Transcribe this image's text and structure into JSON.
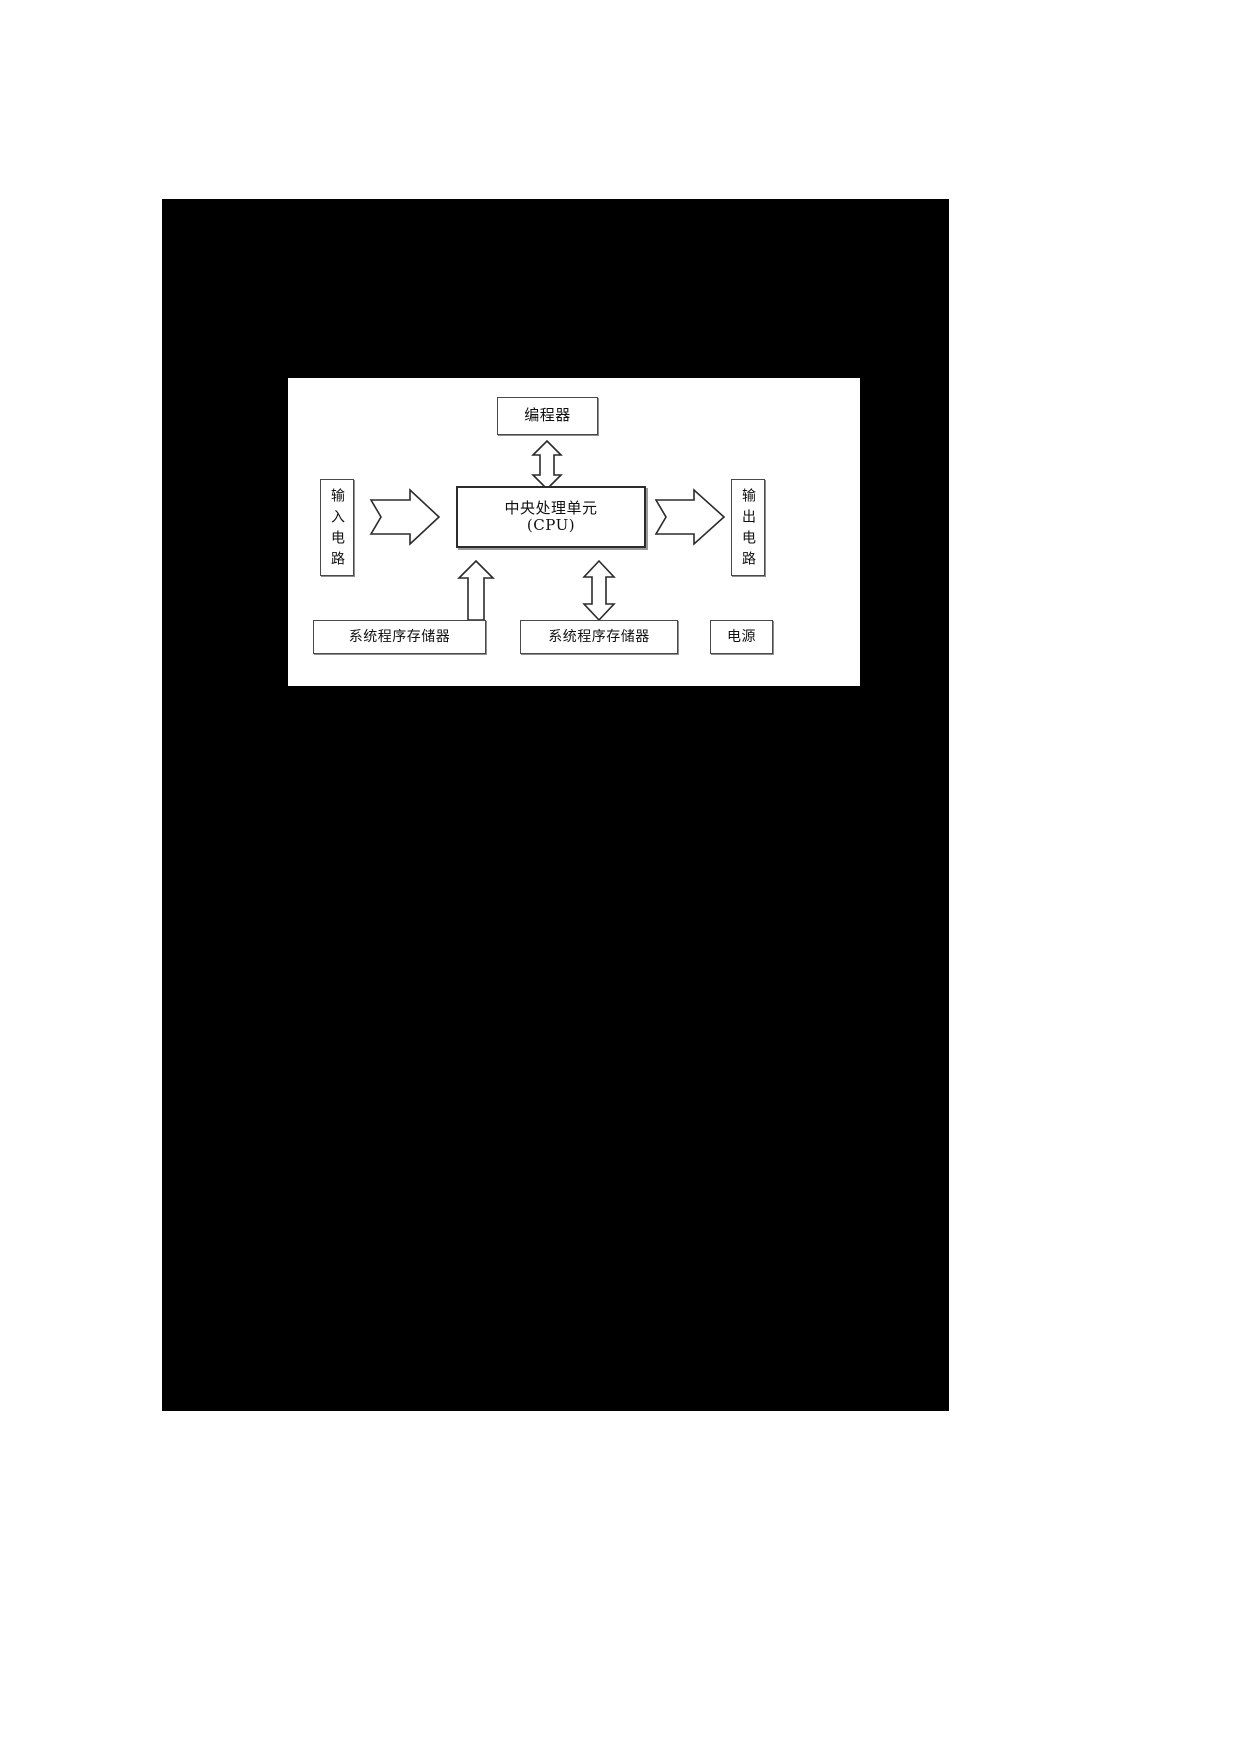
{
  "page": {
    "background_color": "#ffffff",
    "scan_field_color": "#000000",
    "diagram_background_color": "#ffffff",
    "stroke_color": "#2b2b2b"
  },
  "diagram": {
    "type": "block-diagram",
    "nodes": {
      "programmer": {
        "label": "编程器"
      },
      "cpu": {
        "label_line_1": "中央处理单元",
        "label_line_2": "(CPU)"
      },
      "input_circuit": {
        "label": "输入电路"
      },
      "output_circuit": {
        "label": "输出电路"
      },
      "system_memory_1": {
        "label": "系统程序存储器"
      },
      "system_memory_2": {
        "label": "系统程序存储器"
      },
      "power_supply": {
        "label": "电源"
      }
    },
    "connectors": [
      {
        "name": "programmer-cpu",
        "direction": "bidirectional",
        "orientation": "vertical"
      },
      {
        "name": "input-circuit-cpu",
        "direction": "unidirectional",
        "orientation": "horizontal-right"
      },
      {
        "name": "cpu-output-circuit",
        "direction": "unidirectional",
        "orientation": "horizontal-right"
      },
      {
        "name": "system-memory-1-cpu",
        "direction": "unidirectional",
        "orientation": "vertical-up"
      },
      {
        "name": "system-memory-2-cpu",
        "direction": "bidirectional",
        "orientation": "vertical"
      }
    ]
  }
}
